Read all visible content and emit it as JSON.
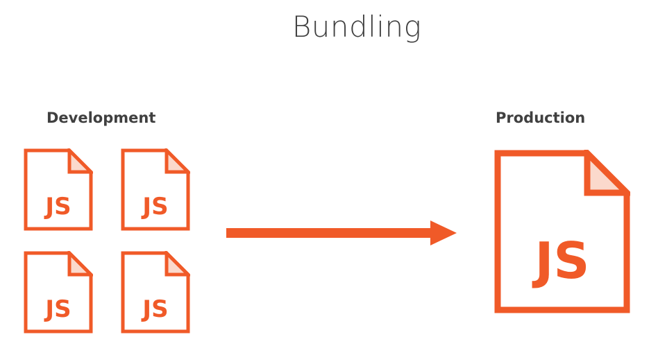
{
  "title": "Bundling",
  "development": {
    "label": "Development",
    "files": [
      {
        "glyph": "JS"
      },
      {
        "glyph": "JS"
      },
      {
        "glyph": "JS"
      },
      {
        "glyph": "JS"
      }
    ]
  },
  "production": {
    "label": "Production",
    "file": {
      "glyph": "JS"
    }
  },
  "colors": {
    "accent": "#f05a28",
    "fold_fill": "#fbd9cc",
    "text": "#404040"
  },
  "icons": {
    "file": "js-file-icon",
    "arrow": "arrow-right-icon"
  }
}
